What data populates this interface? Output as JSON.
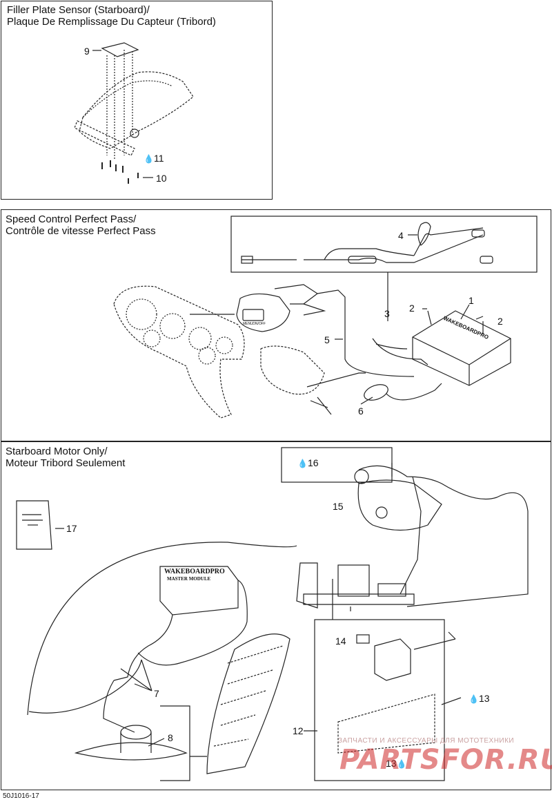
{
  "panels": {
    "filler": {
      "title": "Filler Plate Sensor (Starboard)/\nPlaque De Remplissage Du Capteur (Tribord)"
    },
    "speed": {
      "title": "Speed Control Perfect Pass/\nContrôle de vitesse Perfect Pass"
    },
    "motor": {
      "title": "Starboard Motor Only/\nMoteur Tribord Seulement"
    }
  },
  "callouts": {
    "c9": "9",
    "c11": "11",
    "c10": "10",
    "c4": "4",
    "c1": "1",
    "c2a": "2",
    "c2b": "2",
    "c3": "3",
    "c5": "5",
    "c6": "6",
    "c16": "16",
    "c15": "15",
    "c17": "17",
    "c14": "14",
    "c7": "7",
    "c8": "8",
    "c13a": "13",
    "c12": "12",
    "c13b": "13"
  },
  "labels": {
    "module_brand": "WAKEBOARDPRO",
    "module_name": "MASTER MODULE",
    "gauge_menu": "MENU",
    "gauge_onoff": "ON/OFF"
  },
  "footer": {
    "code": "50J1016-17"
  },
  "watermark": {
    "line1": "ЗАПЧАСТИ И АКСЕССУАРЫ ДЛЯ МОТОТЕХНИКИ",
    "line2": "PARTSFOR.RU"
  },
  "icons": {
    "drop": "water-drop-icon"
  }
}
